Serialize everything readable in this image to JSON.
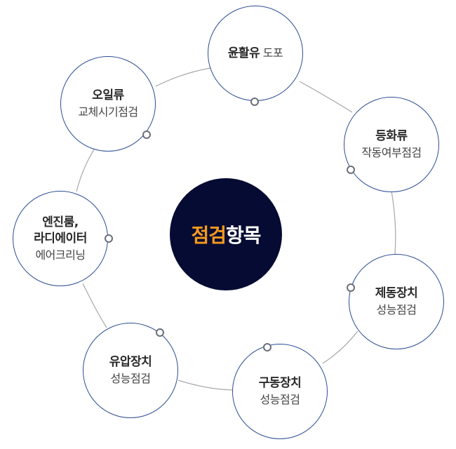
{
  "center": {
    "accent_text": "점검",
    "rest_text": "항목",
    "accent_color": "#f39a1e",
    "background_color": "#060b33"
  },
  "nodes": [
    {
      "title": "윤활유",
      "subtitle": "도포"
    },
    {
      "title": "등화류",
      "subtitle": "작동여부점검"
    },
    {
      "title": "제동장치",
      "subtitle": "성능점검"
    },
    {
      "title": "구동장치",
      "subtitle": "성능점검"
    },
    {
      "title": "유압장치",
      "subtitle": "성능점검"
    },
    {
      "title": "엔진룸,",
      "title2": "라디에이터",
      "subtitle": "에어크리닝"
    },
    {
      "title": "오일류",
      "subtitle": "교체시기점검"
    }
  ],
  "colors": {
    "node_border": "#2b4d93",
    "ring_line": "#9a9aa2"
  }
}
